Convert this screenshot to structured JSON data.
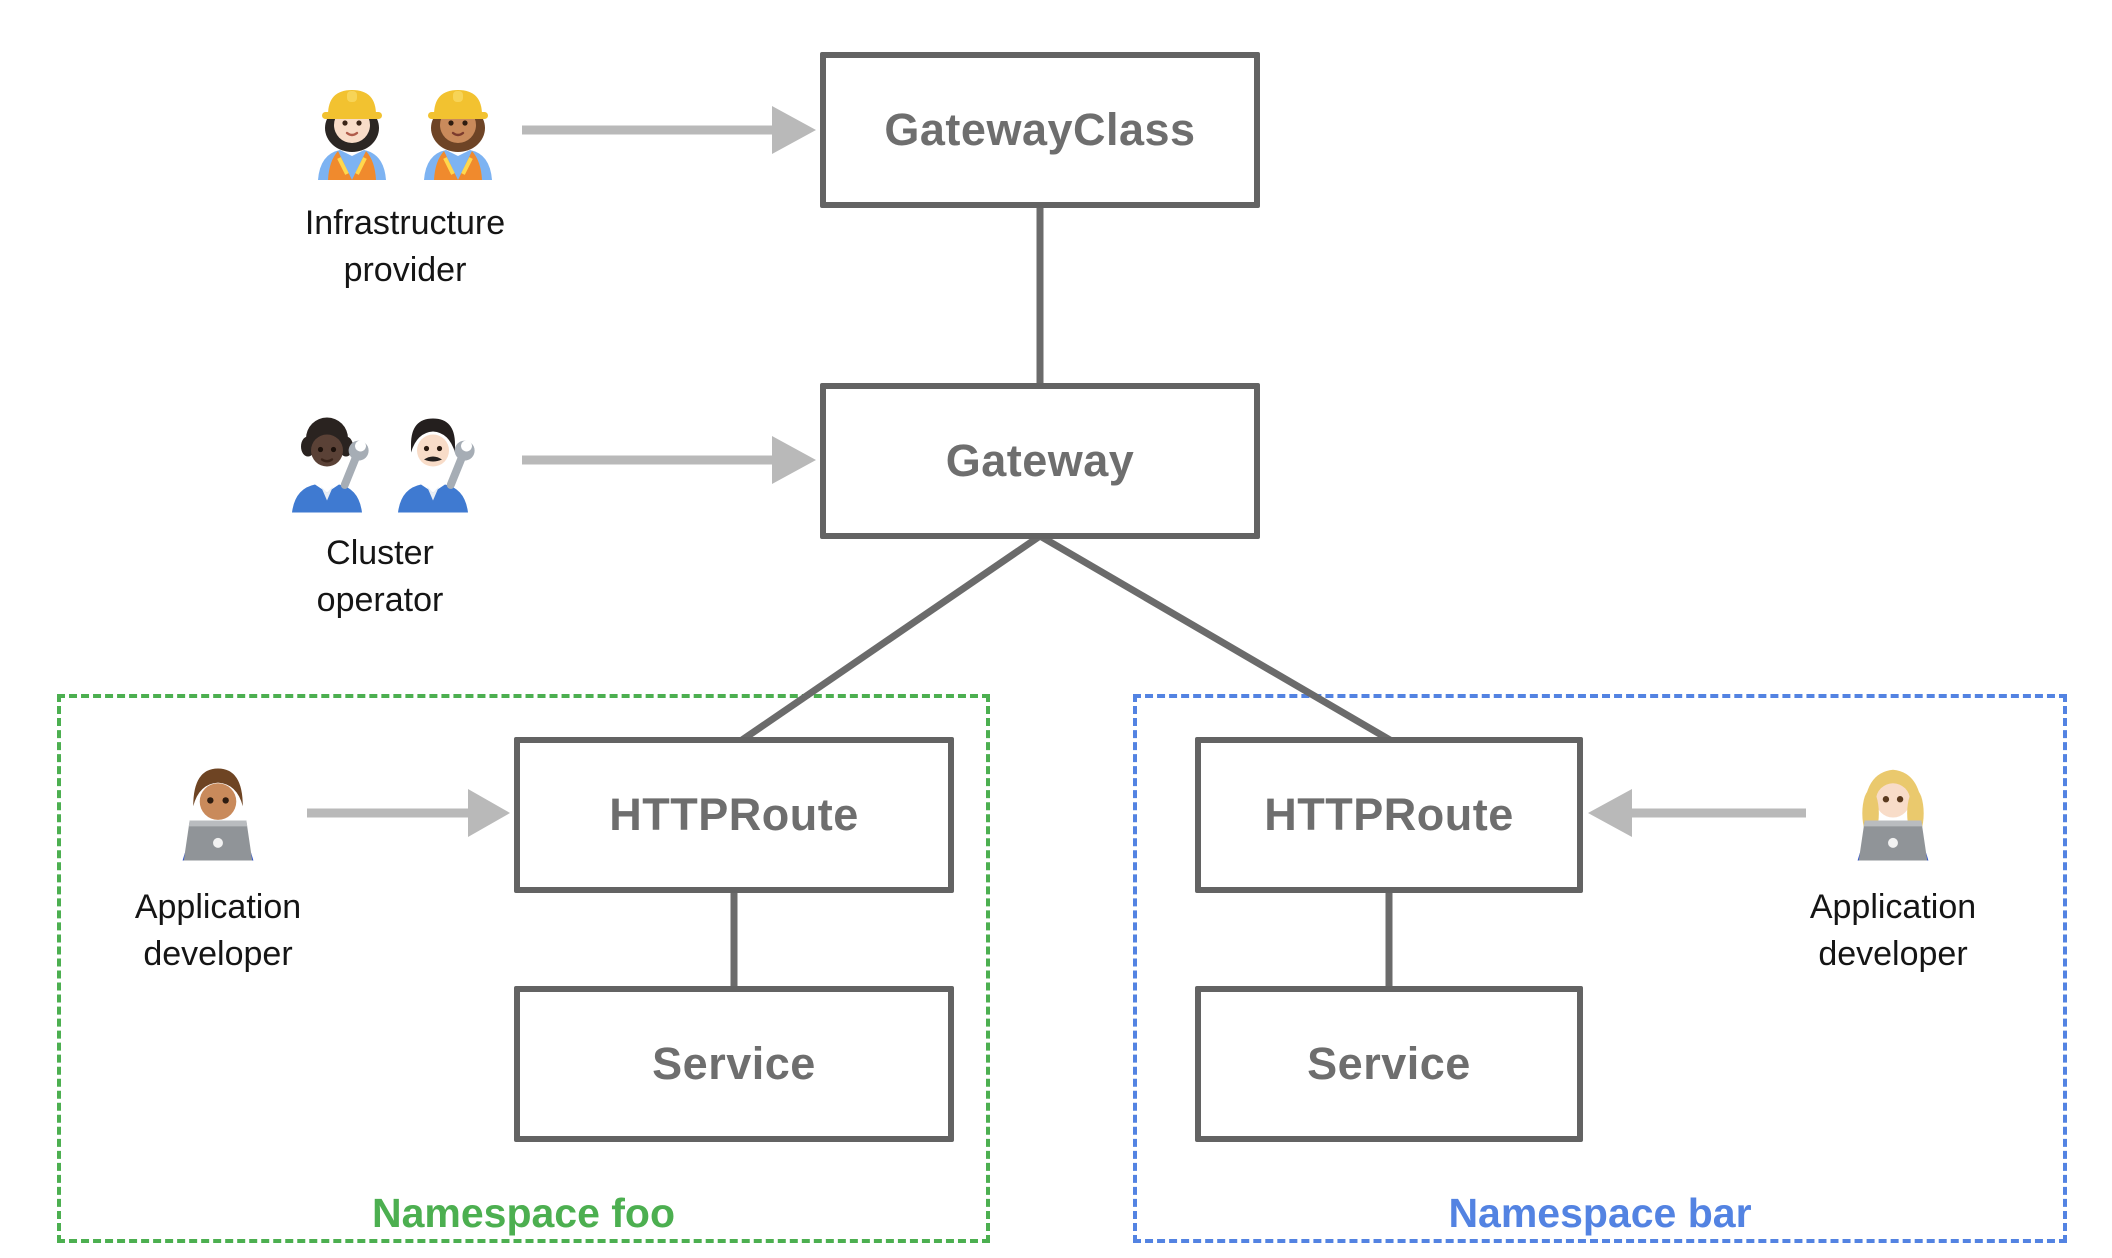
{
  "nodes": {
    "gateway_class": {
      "label": "GatewayClass"
    },
    "gateway": {
      "label": "Gateway"
    },
    "httproute_foo": {
      "label": "HTTPRoute"
    },
    "service_foo": {
      "label": "Service"
    },
    "httproute_bar": {
      "label": "HTTPRoute"
    },
    "service_bar": {
      "label": "Service"
    }
  },
  "personas": {
    "infrastructure_provider": {
      "label": "Infrastructure\nprovider",
      "icons": [
        "woman-construction-worker-light-emoji",
        "woman-construction-worker-medium-emoji"
      ]
    },
    "cluster_operator": {
      "label": "Cluster\noperator",
      "icons": [
        "mechanic-dark-emoji",
        "man-mechanic-light-emoji"
      ]
    },
    "app_developer_foo": {
      "label": "Application\ndeveloper",
      "icons": [
        "man-technologist-emoji"
      ]
    },
    "app_developer_bar": {
      "label": "Application\ndeveloper",
      "icons": [
        "woman-technologist-emoji"
      ]
    }
  },
  "namespaces": {
    "foo": {
      "label": "Namespace foo",
      "color": "#4caf50"
    },
    "bar": {
      "label": "Namespace bar",
      "color": "#5383e2"
    }
  },
  "colors": {
    "node_border": "#636363",
    "node_label": "#6e6e6e",
    "edge": "#6b6b6b",
    "arrow": "#b9b9b9",
    "persona_label": "#151515"
  }
}
